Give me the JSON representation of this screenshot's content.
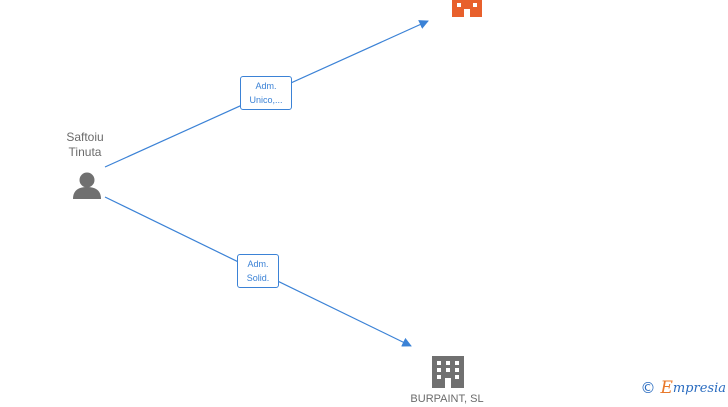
{
  "person": {
    "name_line1": "Saftoiu",
    "name_line2": "Tinuta",
    "icon": "person-icon",
    "color": "#707070"
  },
  "companies": [
    {
      "name": "",
      "icon": "building-icon",
      "color": "#e8602c"
    },
    {
      "name": "BURPAINT, SL",
      "icon": "building-icon",
      "color": "#707070"
    }
  ],
  "relations": [
    {
      "line1": "Adm.",
      "line2": "Unico,..."
    },
    {
      "line1": "Adm.",
      "line2": "Solid."
    }
  ],
  "colors": {
    "edge": "#3b82d6",
    "label_border": "#3b82d6",
    "label_text": "#3b82d6"
  },
  "brand": {
    "copyright": "©",
    "first": "E",
    "rest": "mpresia"
  }
}
